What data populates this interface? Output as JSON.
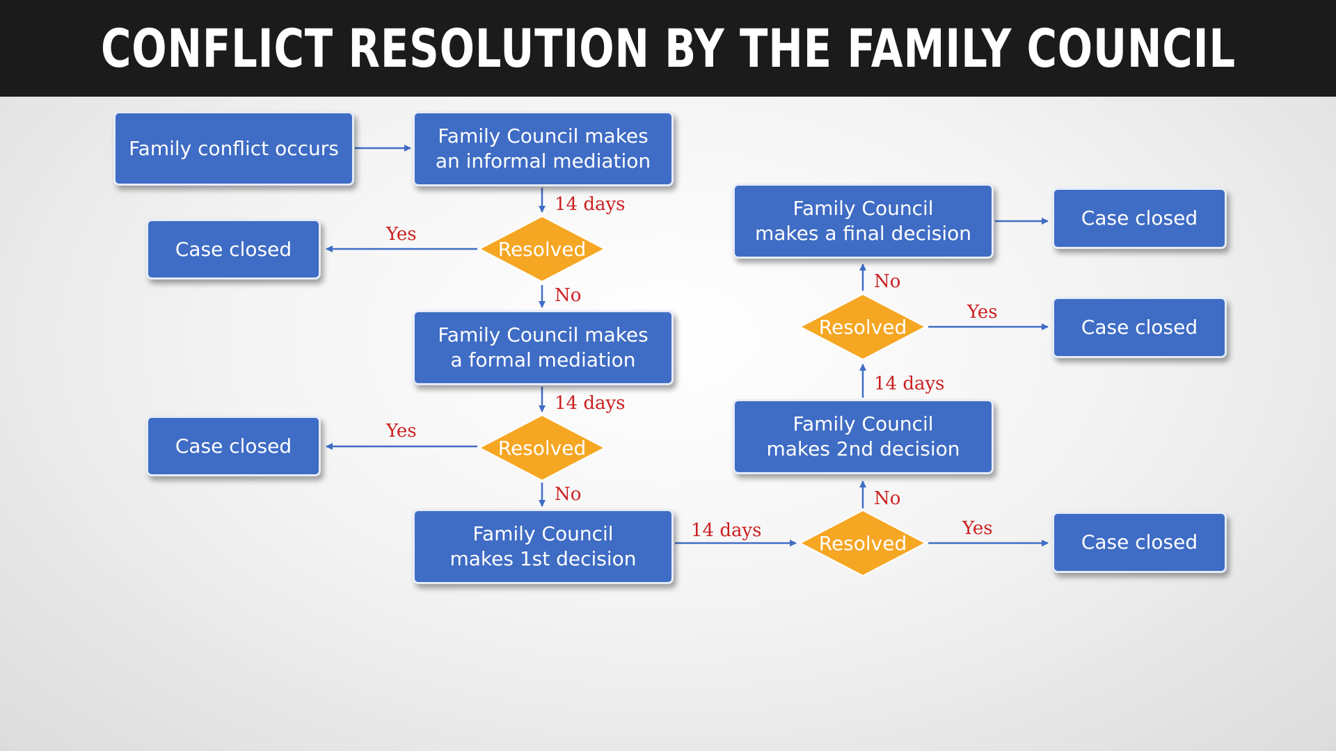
{
  "title": "CONFLICT RESOLUTION BY THE FAMILY COUNCIL",
  "colors": {
    "header_bg": "#1b1b1b",
    "box": "#3f6cc4",
    "diamond": "#f5a623",
    "arrow": "#3f6cc4",
    "label": "#cc1f1f"
  },
  "nodes": {
    "conflict": "Family conflict occurs",
    "informal": "Family Council makes\nan informal mediation",
    "formal": "Family Council makes\na formal mediation",
    "first": "Family Council\nmakes 1st decision",
    "second": "Family Council\nmakes 2nd decision",
    "final": "Family Council\nmakes a final decision",
    "closed1": "Case closed",
    "closed2": "Case closed",
    "closed3": "Case closed",
    "closed4": "Case closed",
    "closed5": "Case closed"
  },
  "decisions": {
    "d1": "Resolved",
    "d2": "Resolved",
    "d3": "Resolved",
    "d4": "Resolved"
  },
  "labels": {
    "days1": "14 days",
    "days2": "14 days",
    "days3": "14 days",
    "days4": "14 days",
    "yes1": "Yes",
    "yes2": "Yes",
    "yes3": "Yes",
    "yes4": "Yes",
    "no1": "No",
    "no2": "No",
    "no3": "No",
    "no4": "No"
  }
}
